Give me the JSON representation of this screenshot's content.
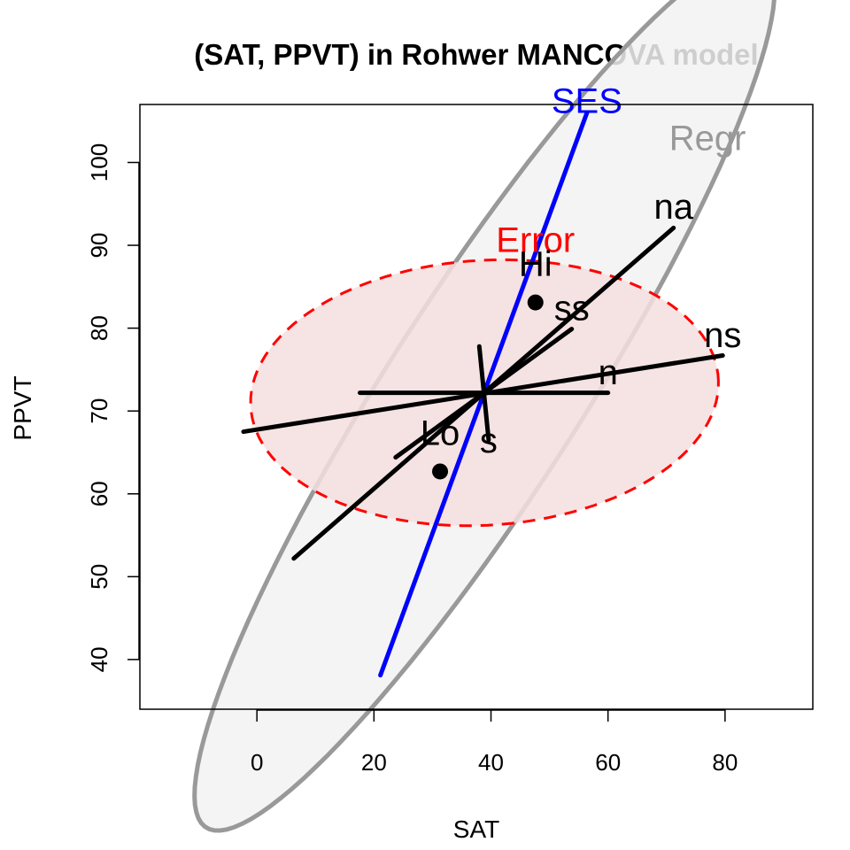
{
  "chart_data": {
    "type": "scatter",
    "title": "(SAT, PPVT) in Rohwer MANCOVA model",
    "xlabel": "SAT",
    "ylabel": "PPVT",
    "xlim": [
      -20,
      95
    ],
    "ylim": [
      34,
      107
    ],
    "xticks": [
      0,
      20,
      40,
      60,
      80
    ],
    "yticks": [
      40,
      50,
      60,
      70,
      80,
      90,
      100
    ],
    "grid": false,
    "center": [
      38.9,
      72.2
    ],
    "points": [
      {
        "label": "Hi",
        "x": 47.6,
        "y": 83.1
      },
      {
        "label": "Lo",
        "x": 31.3,
        "y": 62.7
      }
    ],
    "ellipses": [
      {
        "label": "Regr",
        "color": "#999999",
        "fill": "#f2f2f2",
        "style": "solid",
        "center": [
          38.9,
          72.2
        ],
        "semi_axes": [
          71,
          14.5
        ],
        "angle_deg": 47
      },
      {
        "label": "Error",
        "color": "#ff0000",
        "fill": "#f5dede",
        "style": "dashed",
        "center": [
          38.9,
          72.2
        ],
        "semi_axes": [
          40,
          16
        ],
        "angle_deg": 2
      }
    ],
    "lines": [
      {
        "label": "SES",
        "color": "#0000ff",
        "from": [
          21.1,
          38.1
        ],
        "to": [
          56.4,
          106.0
        ]
      },
      {
        "label": "na",
        "from": [
          6.3,
          52.2
        ],
        "to": [
          71.2,
          92.1
        ]
      },
      {
        "label": "ns",
        "from": [
          -2.3,
          67.5
        ],
        "to": [
          79.6,
          76.7
        ]
      },
      {
        "label": "n",
        "from": [
          17.6,
          72.2
        ],
        "to": [
          60.0,
          72.2
        ]
      },
      {
        "label": "ss",
        "from": [
          23.7,
          64.4
        ],
        "to": [
          53.8,
          79.9
        ]
      },
      {
        "label": "s",
        "from": [
          38.0,
          77.8
        ],
        "to": [
          39.6,
          66.5
        ]
      }
    ],
    "labels": [
      {
        "text": "SES",
        "x": 56.4,
        "y": 106.0,
        "color": "#0000ff"
      },
      {
        "text": "Regr",
        "x": 77.0,
        "y": 101.5,
        "color": "#999999"
      },
      {
        "text": "Error",
        "x": 47.6,
        "y": 89.2,
        "color": "#ff0000"
      },
      {
        "text": "na",
        "x": 71.2,
        "y": 93.2,
        "color": "#000000"
      },
      {
        "text": "ns",
        "x": 79.6,
        "y": 77.7,
        "color": "#000000"
      },
      {
        "text": "n",
        "x": 60.0,
        "y": 73.2,
        "color": "#000000"
      },
      {
        "text": "ss",
        "x": 53.8,
        "y": 81.0,
        "color": "#000000"
      },
      {
        "text": "s",
        "x": 39.6,
        "y": 65.0,
        "color": "#000000"
      },
      {
        "text": "Hi",
        "x": 47.6,
        "y": 86.3,
        "color": "#000000"
      },
      {
        "text": "Lo",
        "x": 31.3,
        "y": 65.9,
        "color": "#000000"
      }
    ]
  }
}
